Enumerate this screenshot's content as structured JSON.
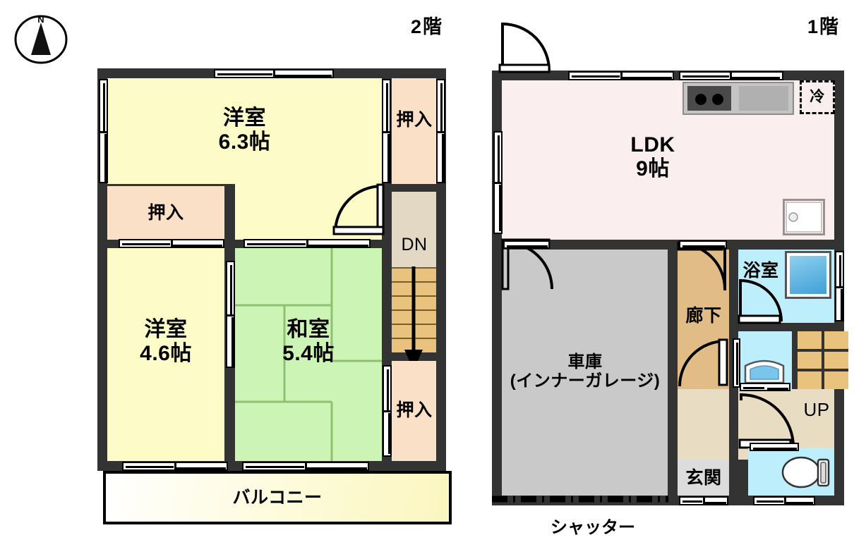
{
  "page": {
    "compass": {
      "label": "N",
      "name": "north-arrow"
    },
    "floor2": {
      "title": "2階"
    },
    "floor1": {
      "title": "1階"
    }
  },
  "floor2_rooms": [
    {
      "key": "yoshitsu_63",
      "name": "western-room-6.3",
      "label": "洋室\n6.3帖",
      "type": "洋室",
      "size": "6.3帖"
    },
    {
      "key": "yoshitsu_46",
      "name": "western-room-4.6",
      "label": "洋室\n4.6帖",
      "type": "洋室",
      "size": "4.6帖"
    },
    {
      "key": "washitsu_54",
      "name": "japanese-room-5.4",
      "label": "和室\n5.4帖",
      "type": "和室",
      "size": "5.4帖"
    },
    {
      "key": "oshiire_top",
      "name": "closet-top-right",
      "label": "押入"
    },
    {
      "key": "oshiire_mid",
      "name": "closet-middle-left",
      "label": "押入"
    },
    {
      "key": "oshiire_bot",
      "name": "closet-bottom-right",
      "label": "押入"
    },
    {
      "key": "stair_dn",
      "name": "stair-down",
      "label": "DN"
    },
    {
      "key": "balcony",
      "name": "balcony",
      "label": "バルコニー"
    }
  ],
  "floor1_rooms": [
    {
      "key": "ldk",
      "name": "ldk",
      "label": "LDK\n9帖",
      "type": "LDK",
      "size": "9帖"
    },
    {
      "key": "garage",
      "name": "inner-garage",
      "label": "車庫\n(インナーガレージ)"
    },
    {
      "key": "rouka",
      "name": "corridor",
      "label": "廊下"
    },
    {
      "key": "yokushitsu",
      "name": "bathroom",
      "label": "浴室"
    },
    {
      "key": "genkan",
      "name": "entrance",
      "label": "玄関"
    },
    {
      "key": "stair_up",
      "name": "stair-up",
      "label": "UP"
    },
    {
      "key": "fridge",
      "name": "refrigerator-space",
      "label": "冷"
    },
    {
      "key": "shutter",
      "name": "garage-shutter",
      "label": "シャッター"
    }
  ],
  "fixtures": [
    {
      "key": "stove",
      "name": "stove-cooktop",
      "burners": 2
    },
    {
      "key": "sink",
      "name": "kitchen-sink"
    },
    {
      "key": "washbasin_ldk",
      "name": "utility-sink"
    },
    {
      "key": "bathtub",
      "name": "bathtub"
    },
    {
      "key": "vanity",
      "name": "vanity-washbasin"
    },
    {
      "key": "toilet",
      "name": "toilet"
    }
  ],
  "colors": {
    "wall": "#333333",
    "western_room": "#fdfcc8",
    "japanese_room": "#ccf4b4",
    "closet": "#fbe0c8",
    "ldk": "#faeeee",
    "garage": "#c9c9c9",
    "corridor": "#e2bc86",
    "water_area": "#bdeefb",
    "stair_tread": "#e9c37e",
    "bathtub": "#4da6e0",
    "entrance": "#dcdcdc"
  }
}
